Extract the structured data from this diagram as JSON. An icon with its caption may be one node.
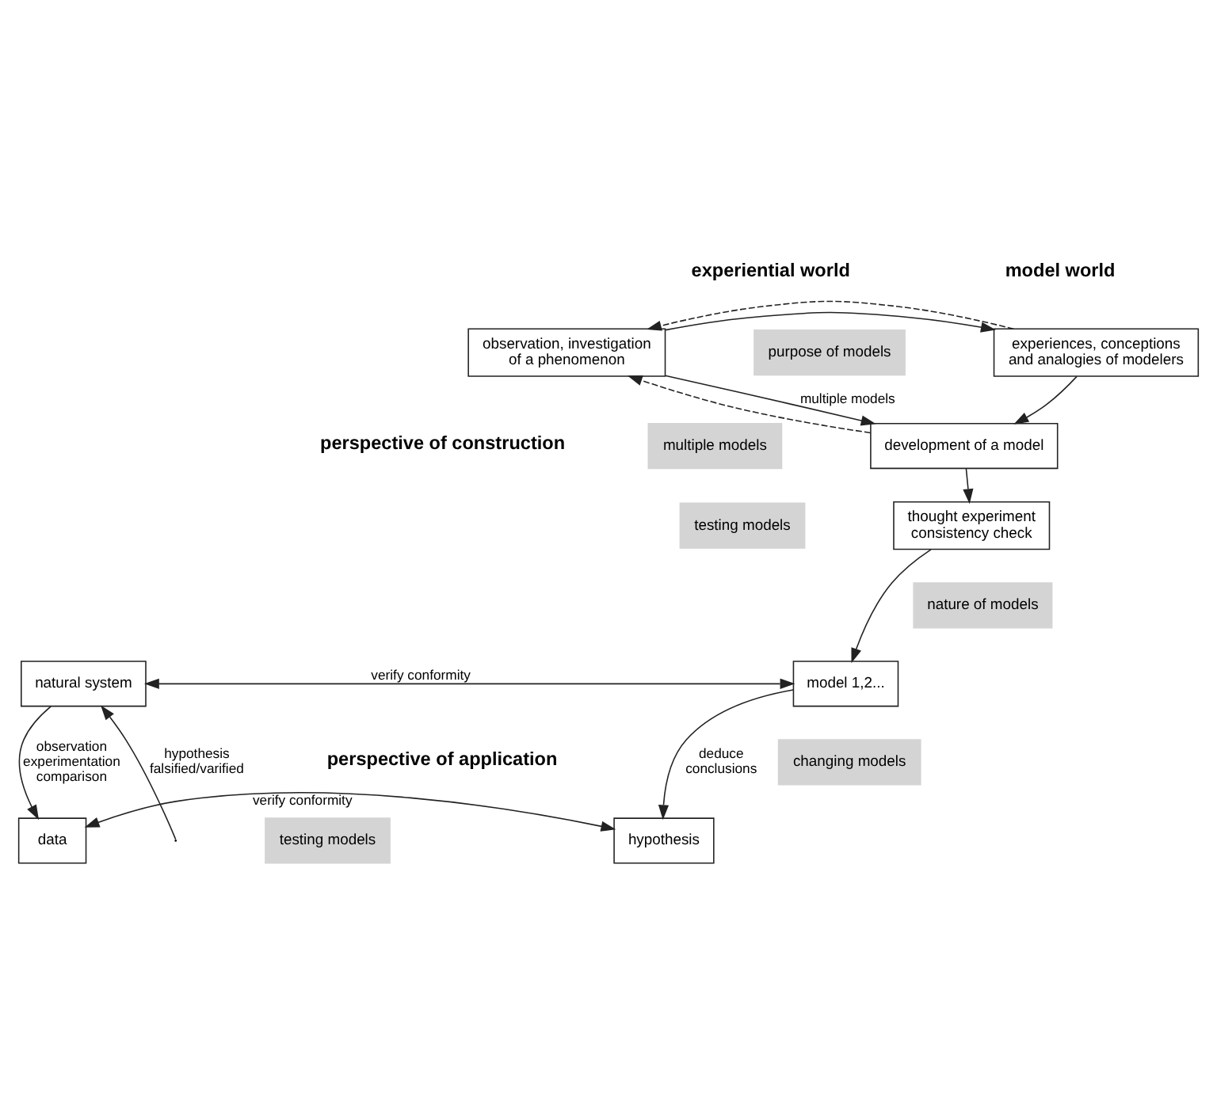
{
  "diagram": {
    "nodes": [
      {
        "text": [
          "observation, investigation of a phenomenon"
        ]
      },
      {
        "text": [
          "experiences, conceptions and analogies of modelers"
        ]
      },
      {
        "text": [
          "development of a model"
        ]
      },
      {
        "text": [
          "thought experiment consistency check"
        ]
      },
      {
        "text": [
          "natural system"
        ]
      },
      {
        "text": [
          "model 1,2..."
        ]
      },
      {
        "text": [
          "data"
        ]
      },
      {
        "text": [
          "hypothesis"
        ]
      },
      {
        "text": [
          "purpose of models"
        ]
      },
      {
        "text": [
          "multiple models"
        ]
      },
      {
        "text": [
          "testing models"
        ]
      },
      {
        "text": [
          "nature of models"
        ]
      },
      {
        "text": [
          "changing models"
        ]
      },
      {
        "text": [
          "testing models"
        ]
      }
    ],
    "edges": [
      {
        "from": 0,
        "to": 1,
        "arrow": "to"
      },
      {
        "from": 1,
        "to": 0,
        "arrow": "to",
        "style": "dashed"
      },
      {
        "from": 0,
        "to": 2,
        "arrow": "to",
        "label": "multiple models"
      },
      {
        "from": 2,
        "to": 0,
        "arrow": "to",
        "style": "dashed"
      },
      {
        "from": 1,
        "to": 2,
        "arrow": "to"
      },
      {
        "from": 2,
        "to": 3,
        "arrow": "to"
      },
      {
        "from": 3,
        "to": 5,
        "arrow": "to"
      },
      {
        "from": 4,
        "to": 5,
        "arrow": "both",
        "label": "verify conformity"
      },
      {
        "from": 4,
        "to": 6,
        "arrow": "to",
        "label": "observation experimentation comparison"
      },
      {
        "from": 5,
        "to": 7,
        "arrow": "to",
        "label": "deduce conclusions"
      },
      {
        "from": 6,
        "to": 7,
        "arrow": "both",
        "label": "verify conformity"
      },
      {
        "from": null,
        "to": 4,
        "arrow": "to",
        "label": "hypothesis falsified/varified"
      }
    ],
    "labels": [
      "experiential world",
      "model world",
      "perspective of construction",
      "perspective of application"
    ]
  }
}
